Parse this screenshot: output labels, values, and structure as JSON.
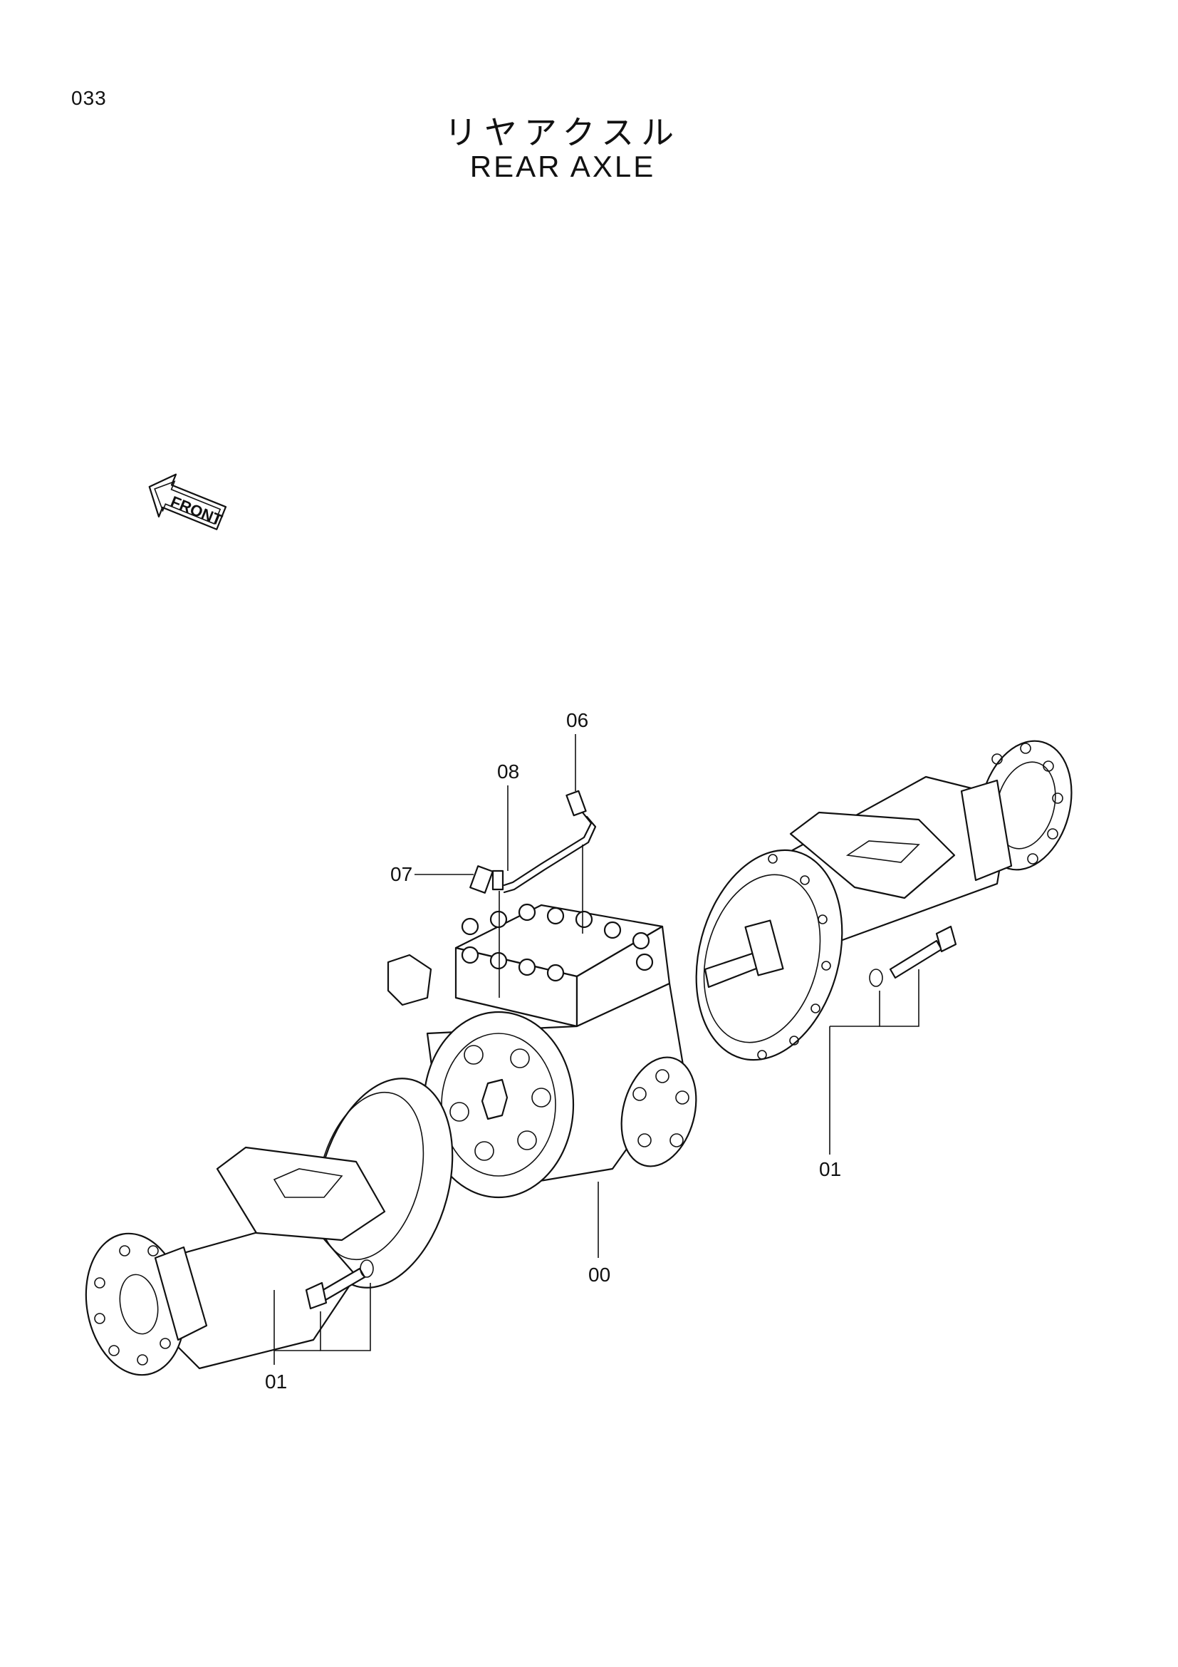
{
  "page": {
    "number": "033"
  },
  "title": {
    "japanese": "リヤアクスル",
    "english": "REAR  AXLE"
  },
  "direction_marker": {
    "label": "FRONT",
    "icon": "front-arrow-icon"
  },
  "callouts": [
    {
      "id": "06",
      "label": "06"
    },
    {
      "id": "08",
      "label": "08"
    },
    {
      "id": "07",
      "label": "07"
    },
    {
      "id": "00",
      "label": "00"
    },
    {
      "id": "01a",
      "label": "01"
    },
    {
      "id": "01b",
      "label": "01"
    }
  ]
}
